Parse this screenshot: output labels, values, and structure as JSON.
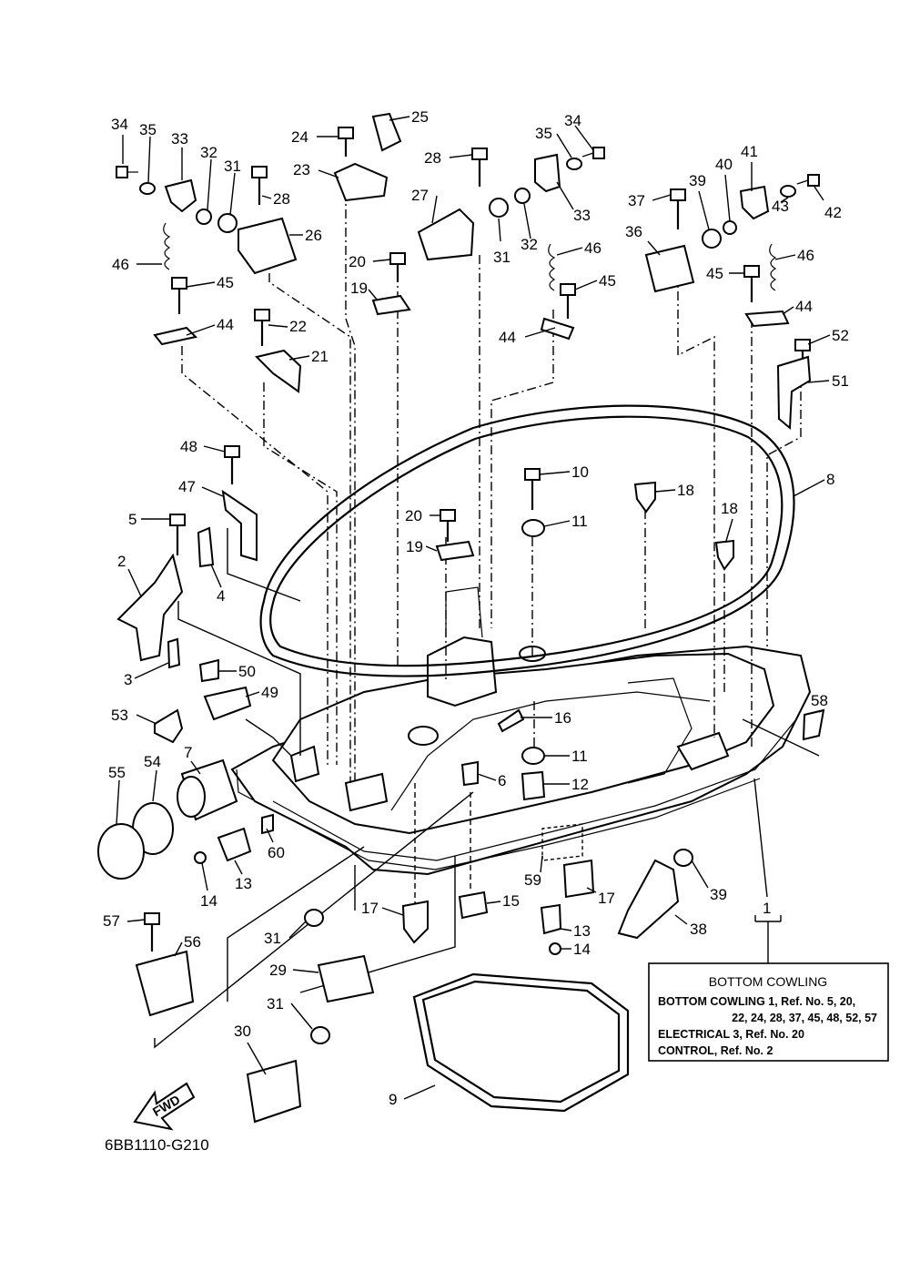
{
  "diagram": {
    "drawing_code": "6BB1110-G210",
    "fwd_label": "FWD",
    "legend": {
      "title": "BOTTOM COWLING",
      "lines": [
        "BOTTOM COWLING 1,  Ref. No. 5, 20,",
        "22, 24, 28, 37, 45, 48, 52, 57",
        "ELECTRICAL 3,  Ref. No. 20",
        "CONTROL,  Ref. No. 2"
      ]
    },
    "callouts": [
      "34",
      "35",
      "33",
      "32",
      "31",
      "28",
      "26",
      "46",
      "45",
      "44",
      "22",
      "21",
      "24",
      "25",
      "23",
      "20",
      "19",
      "28",
      "27",
      "31",
      "32",
      "35",
      "34",
      "33",
      "46",
      "45",
      "44",
      "37",
      "39",
      "40",
      "41",
      "43",
      "42",
      "36",
      "45",
      "46",
      "44",
      "52",
      "51",
      "8",
      "10",
      "11",
      "18",
      "18",
      "20",
      "19",
      "48",
      "47",
      "5",
      "4",
      "2",
      "3",
      "50",
      "49",
      "53",
      "16",
      "11",
      "6",
      "12",
      "7",
      "54",
      "55",
      "60",
      "13",
      "14",
      "59",
      "17",
      "15",
      "17",
      "39",
      "38",
      "1",
      "57",
      "56",
      "31",
      "29",
      "31",
      "30",
      "13",
      "14",
      "9",
      "58"
    ]
  }
}
